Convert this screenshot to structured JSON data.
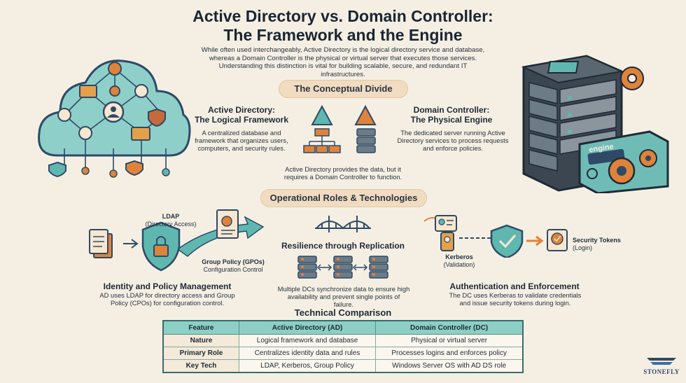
{
  "header": {
    "title_line1": "Active Directory vs. Domain Controller:",
    "title_line2": "The Framework and the Engine",
    "intro": "While often used interchangeably, Active Directory is the logical directory service and database, whereas a Domain Controller is the physical or virtual server that executes those services. Understanding this distinction is vital for building scalable, secure, and redundant IT infrastructures."
  },
  "conceptual": {
    "heading": "The Conceptual Divide",
    "ad_title_1": "Active Directory:",
    "ad_title_2": "The Logical Framework",
    "ad_text": "A centralized database and framework that organizes users, computers, and security rules.",
    "dc_title_1": "Domain Controller:",
    "dc_title_2": "The Physical Engine",
    "dc_text": "The dedicated server running Active Directory services to process requests and enforce policies.",
    "bridge_text": "Active Directory provides the data, but it requires a Domain Controller to function.",
    "engine_label": "engine"
  },
  "operational": {
    "heading": "Operational Roles & Technologies",
    "ldap_label": "LDAP",
    "ldap_sub": "(Directory Access)",
    "gpo_label": "Group Policy (GPOs)",
    "gpo_sub": "Configuration Control",
    "identity_title": "Identity and Policy Management",
    "identity_text": "AD uses LDAP for directory access and Group Policy (CPOs) for configuration control.",
    "replication_title": "Resilience through Replication",
    "replication_text": "Multiple DCs synchronize data to ensure high availability and prevent single points of failure.",
    "kerberos_label": "Kerberos",
    "kerberos_sub": "(Validation)",
    "tokens_label": "Security Tokens",
    "tokens_sub": "(Login)",
    "auth_title": "Authentication and Enforcement",
    "auth_text": "The DC uses Kerberas to validate credentials and issue security tokens during login."
  },
  "comparison": {
    "heading": "Technical Comparison",
    "columns": [
      "Feature",
      "Active Directory (AD)",
      "Domain Controller (DC)"
    ],
    "rows": [
      [
        "Nature",
        "Logical framework and database",
        "Physical or virtual server"
      ],
      [
        "Primary Role",
        "Centralizes identity data and rules",
        "Processes logins and enforces policy"
      ],
      [
        "Key Tech",
        "LDAP, Kerberos, Group Policy",
        "Windows Server OS with AD DS role"
      ]
    ]
  },
  "brand": {
    "name": "STONEFLY"
  },
  "colors": {
    "teal": "#5fb8b0",
    "orange": "#e0833a",
    "navy": "#2e4a66",
    "cream": "#f5efe3",
    "pill": "#f1dcc1"
  }
}
